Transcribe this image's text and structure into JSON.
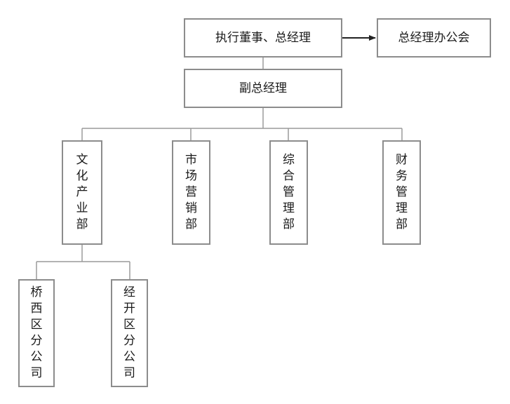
{
  "nodes": {
    "executive": "执行董事、总经理",
    "gm_office": "总经理办公会",
    "deputy_gm": "副总经理",
    "culture_dept": "文化产业部",
    "marketing_dept": "市场营销部",
    "admin_dept": "综合管理部",
    "finance_dept": "财务管理部",
    "qiaoxi_branch": "桥西区分公司",
    "jingkai_branch": "经开区分公司"
  },
  "colors": {
    "border": "#8c8c8c",
    "line": "#9a9a9a",
    "arrow": "#222222",
    "text": "#1a1a1a"
  }
}
